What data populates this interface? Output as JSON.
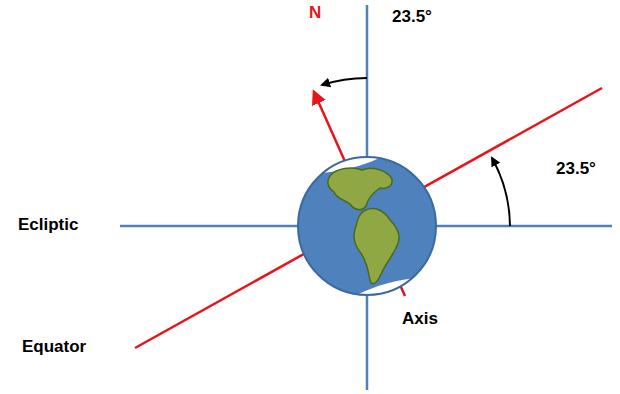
{
  "diagram": {
    "labels": [
      "N",
      "23.5°",
      "23.5°",
      "Ecliptic",
      "Equator",
      "Axis"
    ]
  }
}
